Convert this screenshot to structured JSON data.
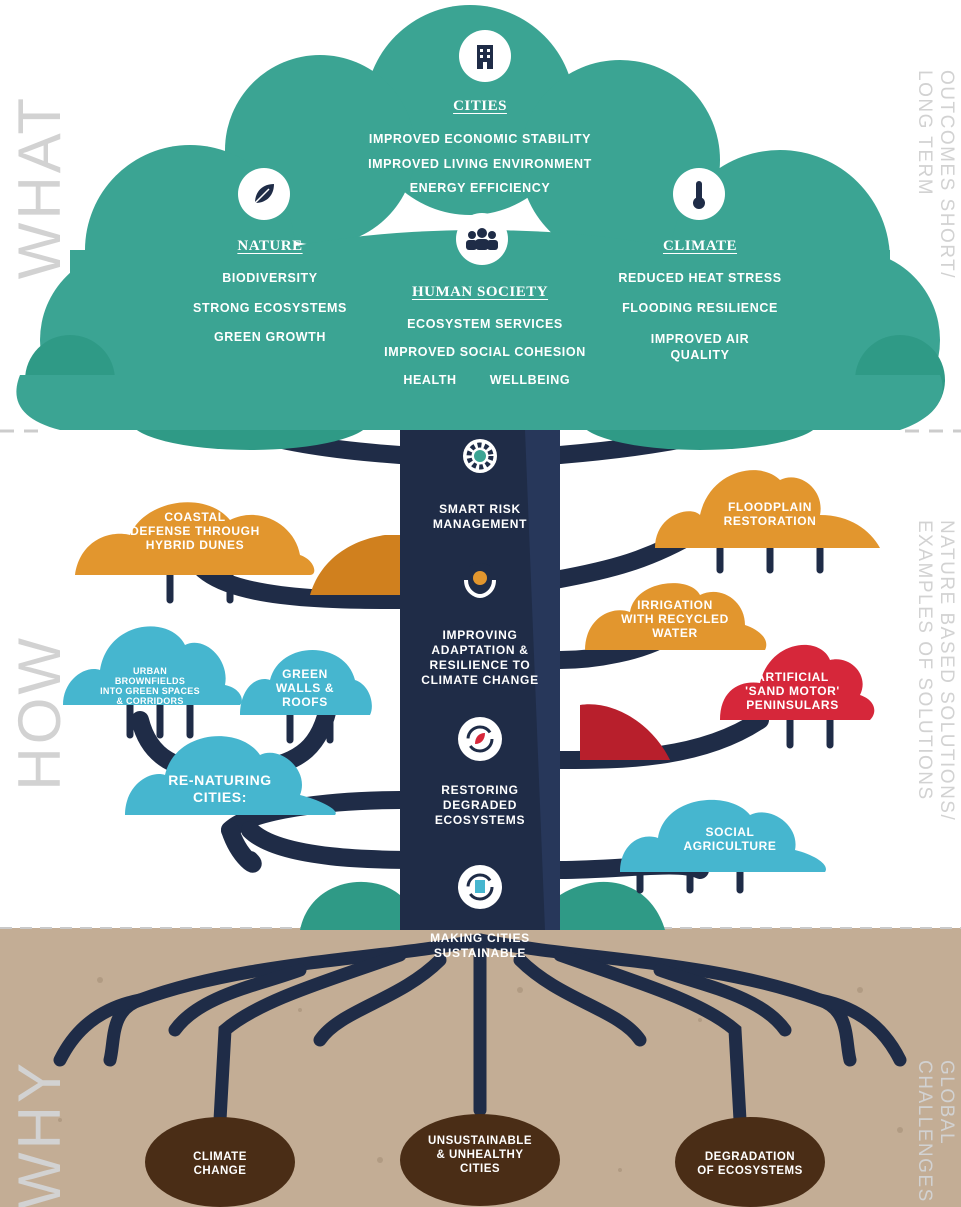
{
  "sections": {
    "what": "WHAT",
    "how": "HOW",
    "why": "WHY"
  },
  "side_labels": {
    "outcomes_1": "OUTCOMES SHORT/",
    "outcomes_2": "LONG TERM",
    "solutions_1": "NATURE BASED SOLUTIONS/",
    "solutions_2": "EXAMPLES OF SOLUTIONS",
    "challenges_1": "GLOBAL",
    "challenges_2": "CHALLENGES"
  },
  "canopy": {
    "cities": {
      "heading": "CITIES",
      "icon": "building-icon",
      "items": [
        "IMPROVED ECONOMIC STABILITY",
        "IMPROVED LIVING ENVIRONMENT",
        "ENERGY EFFICIENCY"
      ]
    },
    "nature": {
      "heading": "NATURE",
      "icon": "leaf-icon",
      "items": [
        "BIODIVERSITY",
        "STRONG ECOSYSTEMS",
        "GREEN GROWTH"
      ]
    },
    "human_society": {
      "heading": "HUMAN SOCIETY",
      "icon": "people-group-icon",
      "items": [
        "ECOSYSTEM SERVICES",
        "IMPROVED SOCIAL COHESION",
        "HEALTH",
        "WELLBEING"
      ]
    },
    "climate": {
      "heading": "CLIMATE",
      "icon": "thermometer-icon",
      "items": [
        "REDUCED HEAT STRESS",
        "FLOODING RESILIENCE",
        "IMPROVED AIR QUALITY"
      ]
    }
  },
  "trunk": [
    {
      "icon": "gear-icon",
      "line1": "SMART RISK",
      "line2": "MANAGEMENT"
    },
    {
      "icon": "hands-holding-icon",
      "line1": "IMPROVING",
      "line2": "ADAPTATION &",
      "line3": "RESILIENCE TO",
      "line4": "CLIMATE CHANGE"
    },
    {
      "icon": "recycle-leaf-icon",
      "line1": "RESTORING",
      "line2": "DEGRADED",
      "line3": "ECOSYSTEMS"
    },
    {
      "icon": "document-cycle-icon",
      "line1": "MAKING CITIES",
      "line2": "SUSTAINABLE"
    }
  ],
  "clouds": {
    "coastal": [
      "COASTAL",
      "DEFENSE THROUGH",
      "HYBRID DUNES"
    ],
    "floodplain": [
      "FLOODPLAIN",
      "RESTORATION"
    ],
    "irrigation": [
      "IRRIGATION",
      "WITH RECYCLED",
      "WATER"
    ],
    "sand_motor": [
      "ARTIFICIAL",
      "'SAND MOTOR'",
      "PENINSULARS"
    ],
    "urban": [
      "URBAN",
      "BROWNFIELDS",
      "INTO GREEN SPACES",
      "& CORRIDORS"
    ],
    "green_walls": [
      "GREEN",
      "WALLS & ROOFS"
    ],
    "renaturing": [
      "RE-NATURING",
      "CITIES:"
    ],
    "social_agri": [
      "SOCIAL",
      "AGRICULTURE"
    ]
  },
  "roots": [
    [
      "CLIMATE",
      "CHANGE"
    ],
    [
      "UNSUSTAINABLE",
      "& UNHEALTHY",
      "CITIES"
    ],
    [
      "DEGRADATION",
      "OF ECOSYSTEMS"
    ]
  ],
  "colors": {
    "canopy": "#3ba493",
    "trunk": "#1f2c47",
    "orange": "#e2962e",
    "red": "#d6273a",
    "blue": "#46b6cf",
    "soil": "#c3ad95",
    "root_node": "#4a2d16"
  }
}
